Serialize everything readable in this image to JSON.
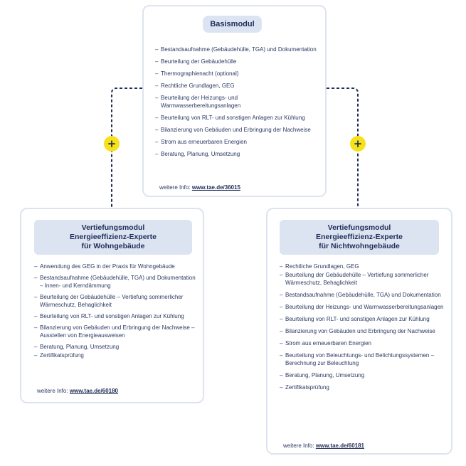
{
  "basis": {
    "title": "Basismodul",
    "items": [
      "Bestandsaufnahme (Gebäudehülle, TGA) und Dokumentation",
      "Beurteilung der Gebäudehülle",
      "Thermographienacht (optional)",
      "Rechtliche Grundlagen, GEG",
      "Beurteilung der Heizungs- und Warmwasserbereitungsanlagen",
      "Beurteilung von RLT- und sonstigen Anlagen zur Kühlung",
      "Bilanzierung von Gebäuden und Erbringung der Nachweise",
      "Strom aus erneuerbaren Energien",
      "Beratung, Planung, Umsetzung"
    ],
    "info_label": "weitere Info:",
    "info_link": "www.tae.de/36015"
  },
  "wohn": {
    "title_line1": "Vertiefungsmodul",
    "title_line2": "Energieeffizienz-Experte",
    "title_line3": "für Wohngebäude",
    "items": [
      "Anwendung des GEG in der Praxis für Wohngebäude",
      "Bestandsaufnahme (Gebäudehülle, TGA) und Dokumentation – Innen- und Kerndämmung",
      "Beurteilung der Gebäudehülle – Vertiefung sommerlicher Wärmeschutz, Behaglichkeit",
      "Beurteilung von RLT- und sonstigen Anlagen zur Kühlung",
      "Bilanzierung von Gebäuden und Erbringung der Nachweise – Ausstellen von Energieausweisen",
      "Beratung, Planung, Umsetzung",
      "Zertifikatsprüfung"
    ],
    "info_label": "weitere Info:",
    "info_link": "www.tae.de/60180"
  },
  "nw": {
    "title_line1": "Vertiefungsmodul",
    "title_line2": "Energieeffizienz-Experte",
    "title_line3": "für Nichtwohngebäude",
    "items": [
      "Rechtliche Grundlagen, GEG",
      "Beurteilung der Gebäudehülle – Vertiefung sommerlicher Wärmeschutz, Behaglichkeit",
      "Bestandsaufnahme (Gebäudehülle, TGA) und Dokumentation",
      "Beurteilung der Heizungs- und Warmwasserbereitungsanlagen",
      "Beurteilung von RLT- und sonstigen Anlagen zur Kühlung",
      "Bilanzierung von Gebäuden und Erbringung der Nachweise",
      "Strom aus erneuerbaren Energien",
      "Beurteilung von Beleuchtungs- und Belichtungssystemen – Berechnung zur Beleuchtung",
      "Beratung, Planung, Umsetzung",
      "Zertifikatsprüfung"
    ],
    "info_label": "weitere Info:",
    "info_link": "www.tae.de/60181"
  },
  "connectors": {
    "plus_symbol": "+",
    "plus_color": "#f7e11a",
    "line_color": "#1f2d57"
  }
}
